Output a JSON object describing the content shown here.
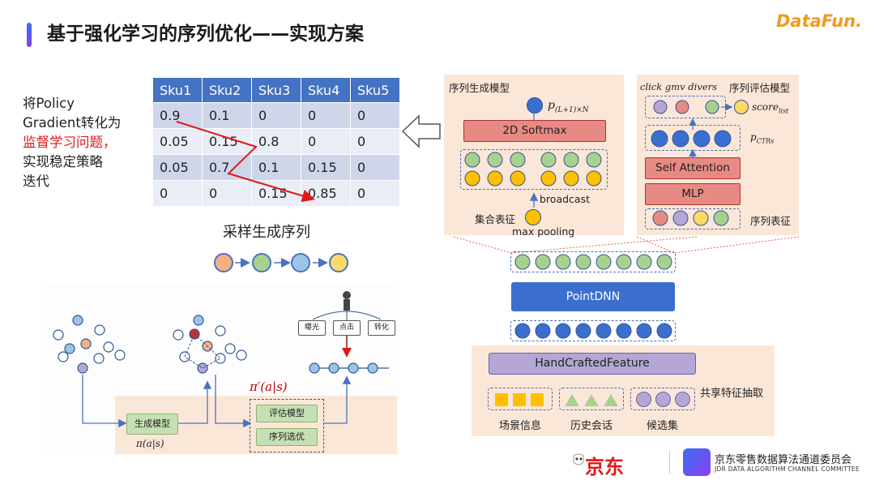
{
  "header": {
    "title": "基于强化学习的序列优化——实现方案",
    "logo_text": "DataFun."
  },
  "left_text": {
    "line1": "将Policy",
    "line2": "Gradient转化为",
    "line3_red": "监督学习问题",
    "line3_suffix": "，",
    "line4": "实现稳定策略",
    "line5": "迭代"
  },
  "sku_table": {
    "headers": [
      "Sku1",
      "Sku2",
      "Sku3",
      "Sku4",
      "Sku5"
    ],
    "rows": [
      [
        "0.9",
        "0.1",
        "0",
        "0",
        "0"
      ],
      [
        "0.05",
        "0.15",
        "0.8",
        "0",
        "0"
      ],
      [
        "0.05",
        "0.7",
        "0.1",
        "0.15",
        "0"
      ],
      [
        "0",
        "0",
        "0.15",
        "0.85",
        "0"
      ]
    ]
  },
  "sample_label": "采样生成序列",
  "sample_colors": [
    "#f4b183",
    "#a9d18e",
    "#9dc3e6",
    "#ffd966"
  ],
  "flow_diagram": {
    "gen_model": "生成模型",
    "gen_formula": "π(a|s)",
    "pi_prime": "π′(a|s)",
    "eval_model": "评估模型",
    "seq_select": "序列选优",
    "fb_exposure": "曝光",
    "fb_click": "点击",
    "fb_convert": "转化"
  },
  "gen_panel": {
    "title": "序列生成模型",
    "output_label": "p",
    "output_sub": "(L+1)×N",
    "softmax": "2D Softmax",
    "broadcast": "broadcast",
    "set_repr": "集合表征",
    "max_pooling": "max pooling"
  },
  "eval_panel": {
    "labels_top": "click  gmv  divers",
    "title": "序列评估模型",
    "score_label": "score",
    "score_sub": "list",
    "pctr_label": "p",
    "pctr_sub": "CTRs",
    "self_attention": "Self Attention",
    "mlp": "MLP",
    "seq_repr": "序列表征"
  },
  "shared": {
    "point_dnn": "PointDNN",
    "handcrafted": "HandCraftedFeature",
    "shared_label": "共享特征抽取",
    "scene": "场景信息",
    "history": "历史会话",
    "candidates": "候选集"
  },
  "footer": {
    "jd": "京东",
    "committee_cn": "京东零售数据算法通道委员会",
    "committee_en": "JDR DATA ALGORITHM CHANNEL COMMITTEE"
  },
  "colors": {
    "accent": "#4472c4",
    "red": "#e0181b",
    "orange": "#f29a1f",
    "panel_bg": "#fbe7d8"
  }
}
